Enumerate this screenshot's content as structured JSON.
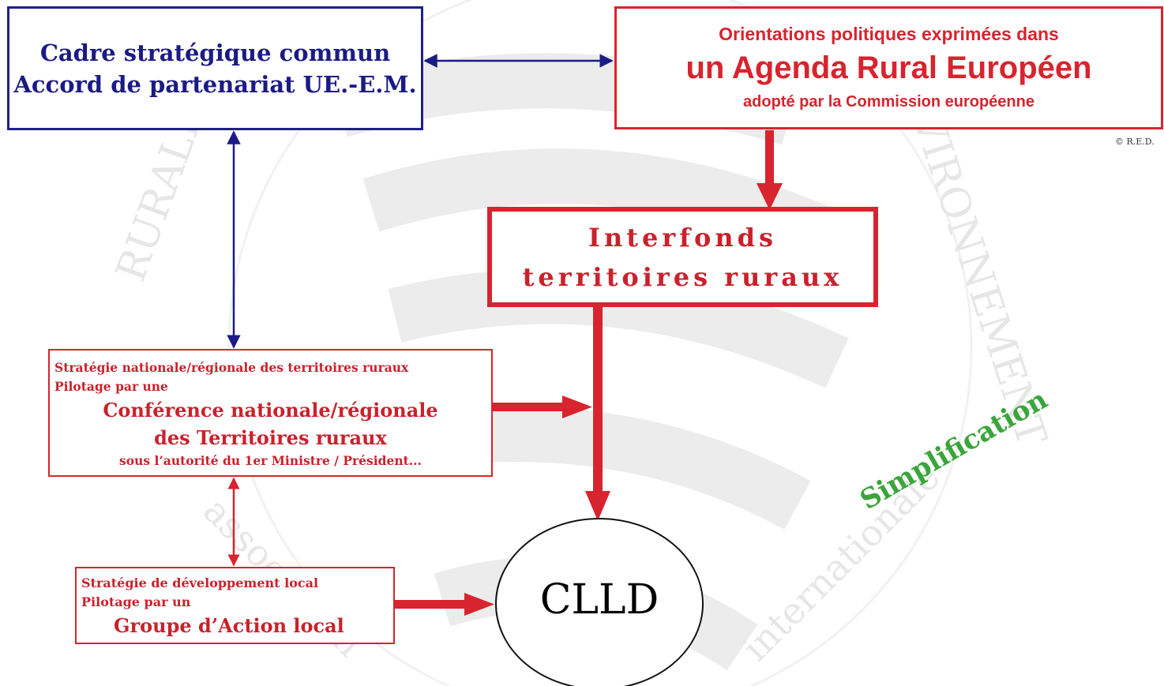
{
  "colors": {
    "blue": "#1b1b86",
    "red": "#d8242e",
    "green": "#3aa53a",
    "watermark": "#e6e6e6"
  },
  "watermark": {
    "top_left": "RURALITÉ",
    "top_right": "ENVIRONNEMENT",
    "bottom_left": "association",
    "bottom_right": "internationale"
  },
  "cadre": {
    "line1": "Cadre stratégique commun",
    "line2": "Accord de partenariat UE.-E.M."
  },
  "agenda": {
    "line1": "Orientations politiques exprimées dans",
    "line2": "un Agenda Rural Européen",
    "line3": "adopté par la Commission européenne"
  },
  "copyright": "© R.E.D.",
  "interfonds": {
    "line1": "Interfonds",
    "line2": "territoires ruraux"
  },
  "national": {
    "line1": "Stratégie nationale/régionale des territoires ruraux",
    "line2": "Pilotage par une",
    "line3": "Conférence nationale/régionale",
    "line4": "des Territoires ruraux",
    "line5": "sous l’autorité du 1er Ministre / Président..."
  },
  "local": {
    "line1": "Stratégie de développement local",
    "line2": "Pilotage par un",
    "line3": "Groupe d’Action local"
  },
  "clld": "CLLD",
  "simplification": "Simplification"
}
